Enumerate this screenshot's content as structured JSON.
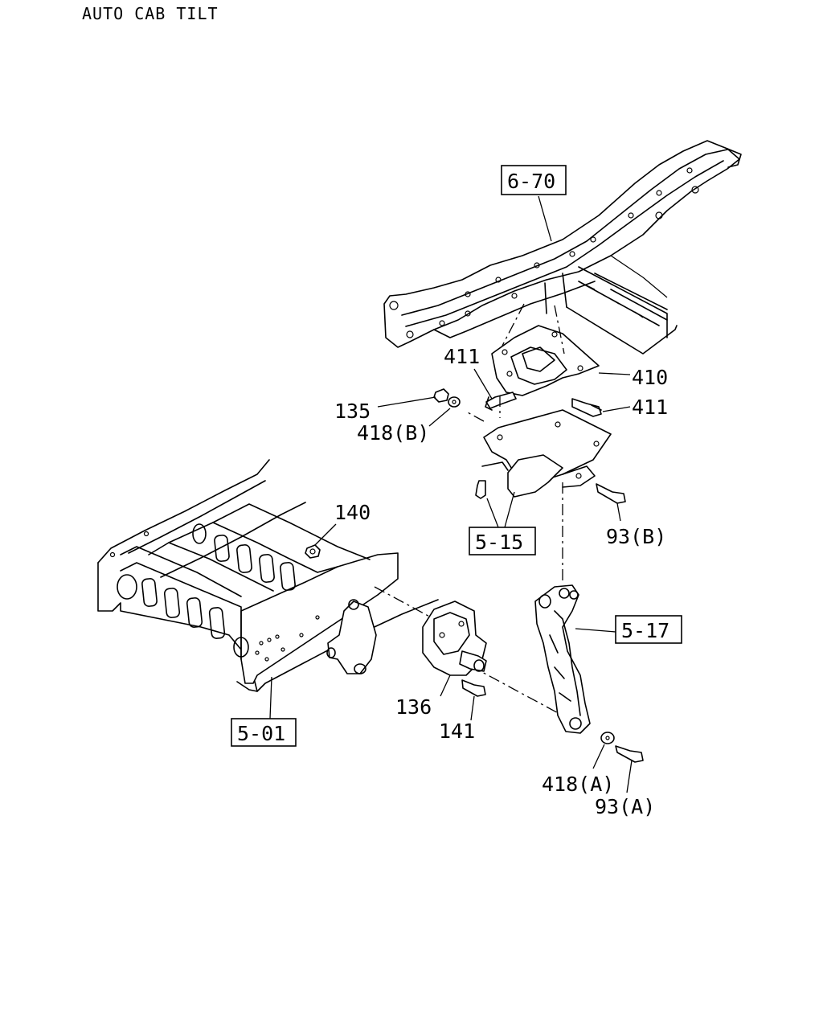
{
  "title": "AUTO CAB TILT",
  "callouts": {
    "ref_6_70": "6-70",
    "ref_5_15": "5-15",
    "ref_5_17": "5-17",
    "ref_5_01": "5-01",
    "p411_top": "411",
    "p410": "410",
    "p411_right": "411",
    "p135": "135",
    "p418b": "418(B)",
    "p140": "140",
    "p93b": "93(B)",
    "p136": "136",
    "p141": "141",
    "p418a": "418(A)",
    "p93a": "93(A)"
  }
}
